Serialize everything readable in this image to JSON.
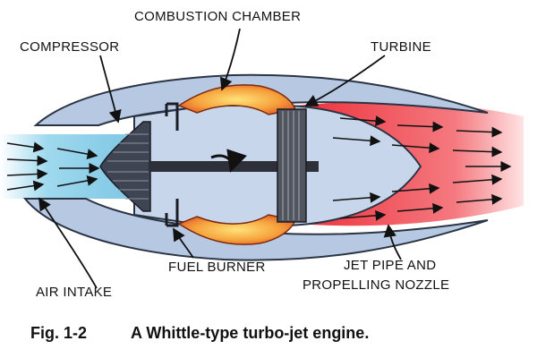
{
  "labels": {
    "combustion_chamber": "COMBUSTION CHAMBER",
    "compressor": "COMPRESSOR",
    "turbine": "TURBINE",
    "fuel_burner": "FUEL BURNER",
    "air_intake": "AIR INTAKE",
    "jet_pipe_line1": "JET PIPE AND",
    "jet_pipe_line2": "PROPELLING NOZZLE"
  },
  "caption": {
    "number": "Fig. 1-2",
    "text": "A Whittle-type turbo-jet engine."
  },
  "colors": {
    "casing": "#b7c9e2",
    "casing_edge": "#2a3444",
    "inlet_air": "#8fd2ea",
    "exhaust": "#f0424a",
    "flame": "#f6a23c",
    "flame_core": "#ffe27a",
    "compressor": "#3e4452",
    "turbine": "#50545c"
  }
}
